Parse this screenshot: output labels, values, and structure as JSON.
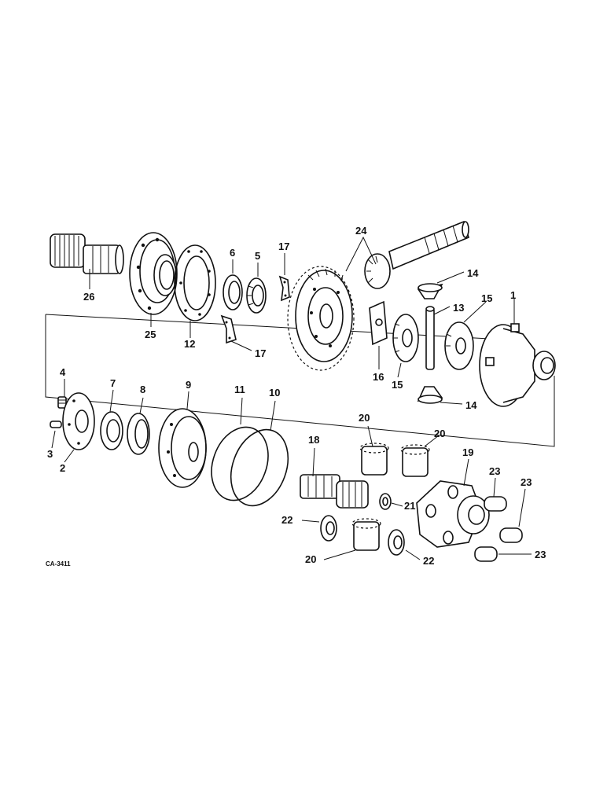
{
  "diagram_code": "CA-3411",
  "callouts": [
    {
      "id": "c1",
      "text": "1"
    },
    {
      "id": "c2",
      "text": "2"
    },
    {
      "id": "c3",
      "text": "3"
    },
    {
      "id": "c4",
      "text": "4"
    },
    {
      "id": "c5",
      "text": "5"
    },
    {
      "id": "c6",
      "text": "6"
    },
    {
      "id": "c7",
      "text": "7"
    },
    {
      "id": "c8",
      "text": "8"
    },
    {
      "id": "c9",
      "text": "9"
    },
    {
      "id": "c10",
      "text": "10"
    },
    {
      "id": "c11",
      "text": "11"
    },
    {
      "id": "c12",
      "text": "12"
    },
    {
      "id": "c13",
      "text": "13"
    },
    {
      "id": "c14a",
      "text": "14"
    },
    {
      "id": "c14b",
      "text": "14"
    },
    {
      "id": "c15a",
      "text": "15"
    },
    {
      "id": "c15b",
      "text": "15"
    },
    {
      "id": "c16",
      "text": "16"
    },
    {
      "id": "c17a",
      "text": "17"
    },
    {
      "id": "c17b",
      "text": "17"
    },
    {
      "id": "c18",
      "text": "18"
    },
    {
      "id": "c19",
      "text": "19"
    },
    {
      "id": "c20a",
      "text": "20"
    },
    {
      "id": "c20b",
      "text": "20"
    },
    {
      "id": "c20c",
      "text": "20"
    },
    {
      "id": "c21",
      "text": "21"
    },
    {
      "id": "c22a",
      "text": "22"
    },
    {
      "id": "c22b",
      "text": "22"
    },
    {
      "id": "c23a",
      "text": "23"
    },
    {
      "id": "c23b",
      "text": "23"
    },
    {
      "id": "c23c",
      "text": "23"
    },
    {
      "id": "c24",
      "text": "24"
    },
    {
      "id": "c25",
      "text": "25"
    },
    {
      "id": "c26",
      "text": "26"
    }
  ]
}
